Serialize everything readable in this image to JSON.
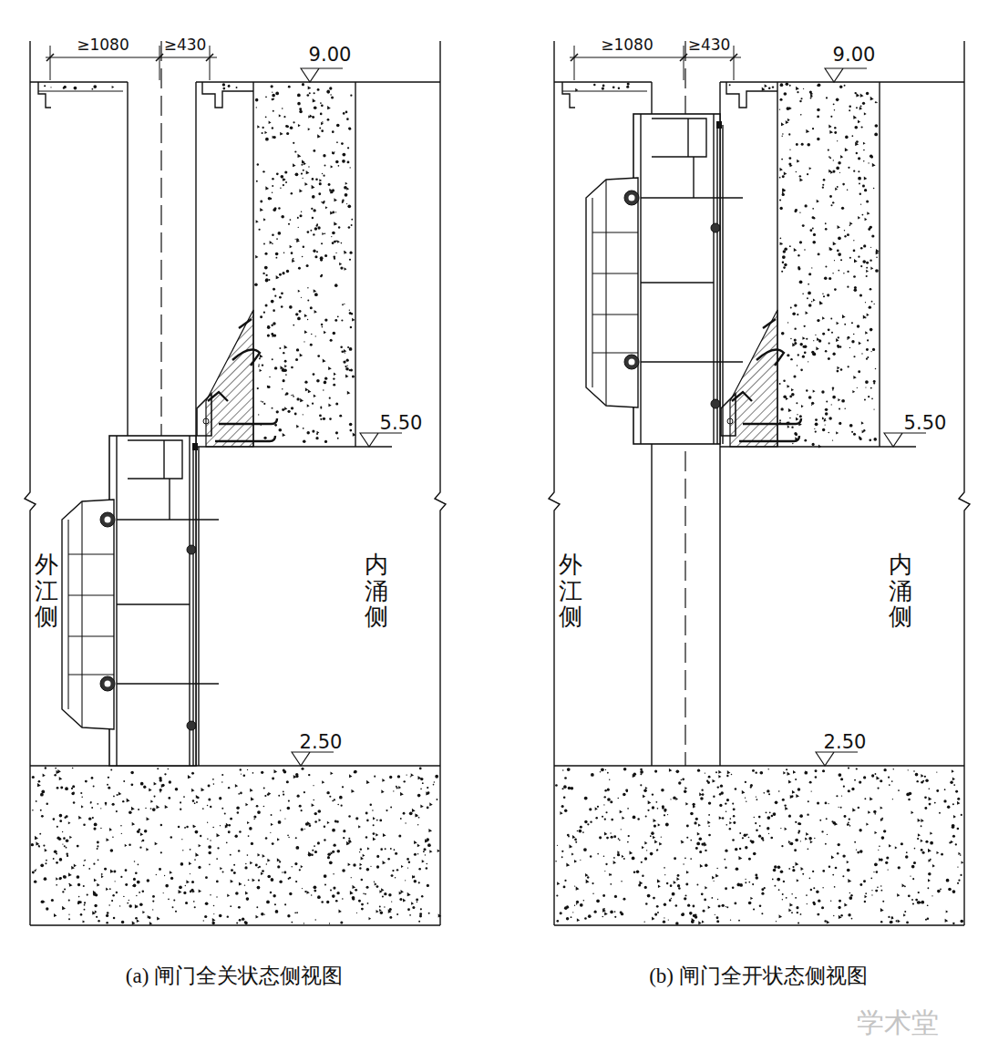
{
  "diagram": {
    "labels": [
      "≥1080",
      "≥430",
      "9.00",
      "5.50",
      "2.50",
      "外江侧",
      "内涌侧",
      "(a) 闸门全关状态侧视图",
      "≥1080",
      "≥430",
      "9.00",
      "5.50",
      "2.50",
      "外江侧",
      "内涌侧",
      "(b) 闸门全开状态侧视图",
      "学术堂"
    ]
  }
}
